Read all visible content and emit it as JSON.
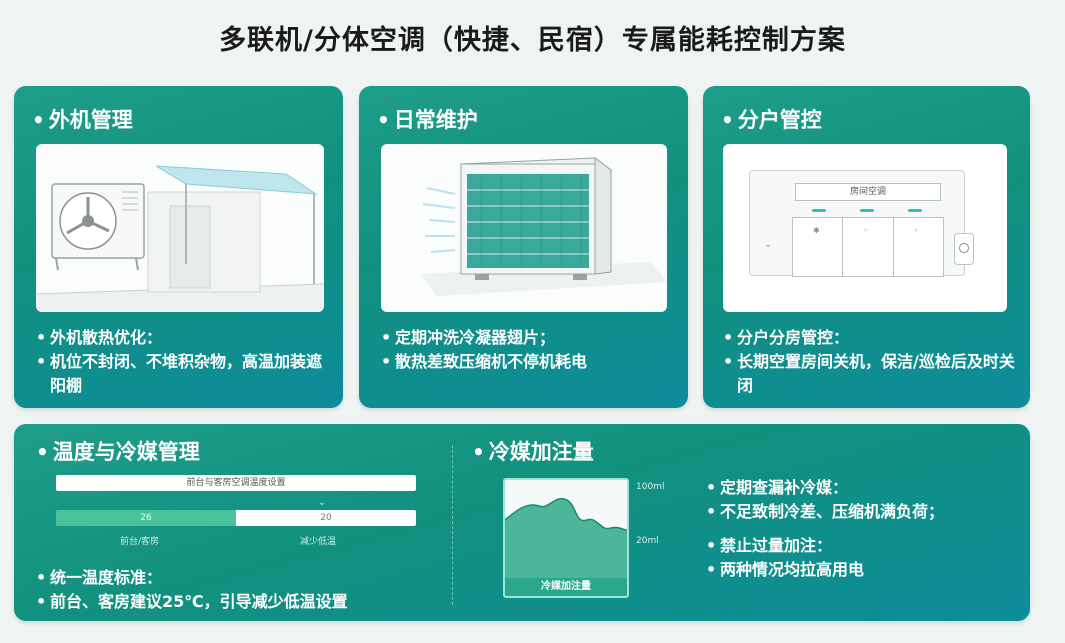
{
  "title": "多联机/分体空调（快捷、民宿）专属能耗控制方案",
  "cards": {
    "outdoor": {
      "title": "外机管理",
      "bullets": [
        "外机散热优化：",
        "机位不封闭、不堆积杂物，高温加装遮阳棚"
      ]
    },
    "maintenance": {
      "title": "日常维护",
      "bullets": [
        "定期冲洗冷凝器翅片；",
        "散热差致压缩机不停机耗电"
      ]
    },
    "room": {
      "title": "分户管控",
      "panel_label": "房间空调",
      "bullets": [
        "分户分房管控：",
        "长期空置房间关机，保洁/巡检后及时关闭"
      ]
    },
    "temperature": {
      "title": "温度与冷媒管理",
      "bar_top_label": "前台与客房空调温度设置",
      "bar_left_label": "26",
      "bar_right_label": "20",
      "bar_split_fraction": 0.5,
      "caption_left": "前台/客房",
      "caption_right": "减少低温",
      "bullets": [
        "统一温度标准：",
        "前台、客房建议25℃，引导减少低温设置"
      ]
    },
    "refrigerant": {
      "title": "冷媒加注量",
      "chart_foot": "冷媒加注量",
      "axis_top": "100ml",
      "axis_bottom": "20ml",
      "bullets_a": [
        "定期查漏补冷媒：",
        "不足致制冷差、压缩机满负荷；"
      ],
      "bullets_b": [
        "禁止过量加注：",
        "两种情况均拉高用电"
      ]
    }
  },
  "colors": {
    "card_start": "#1f9d8a",
    "card_end": "#0d8c9b",
    "accent": "#48c39b",
    "title_text": "#1b1b1b"
  }
}
